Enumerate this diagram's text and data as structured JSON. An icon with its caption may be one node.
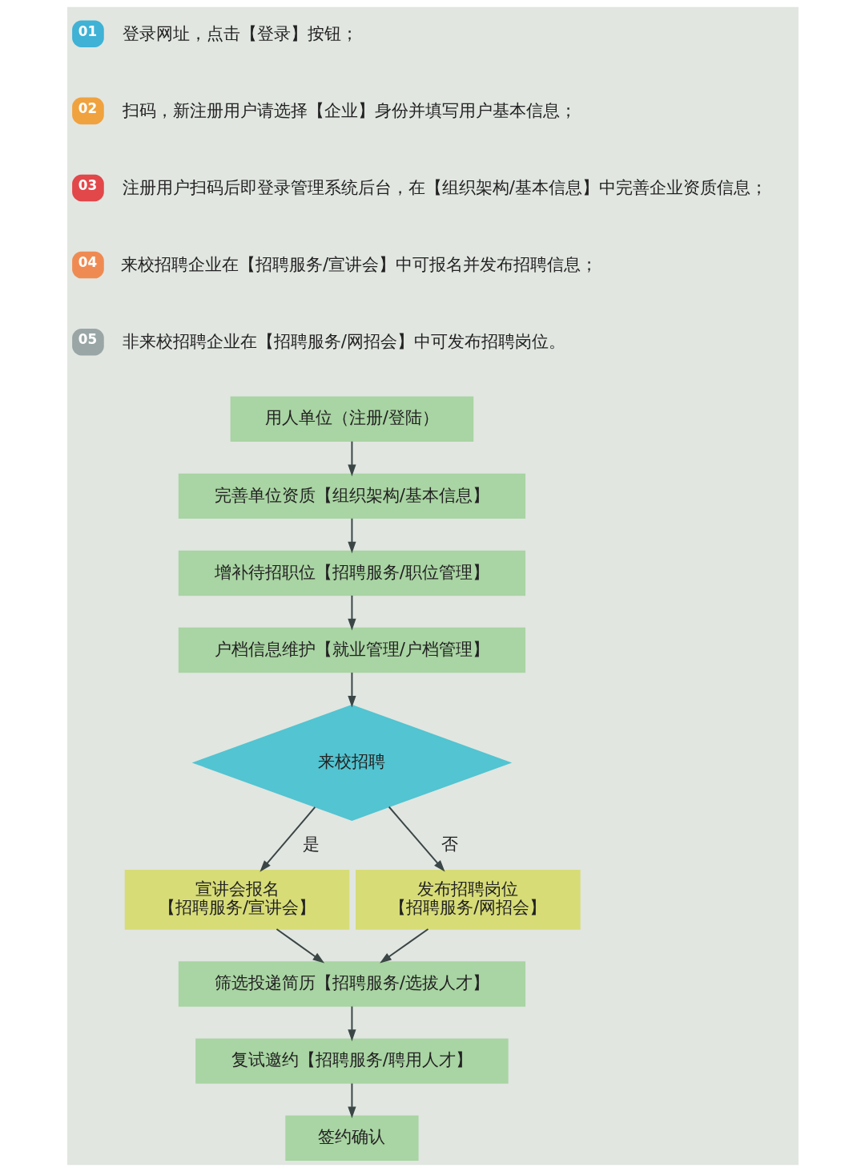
{
  "diagram": {
    "nodes": [
      {
        "text": [
          "用人单位（注册/登陆）"
        ]
      },
      {
        "text": [
          "完善单位资质【组织架构/基本信息】"
        ]
      },
      {
        "text": [
          "增补待招职位【招聘服务/职位管理】"
        ]
      },
      {
        "text": [
          "户档信息维护【就业管理/户档管理】"
        ]
      },
      {
        "text": [
          "来校招聘"
        ]
      },
      {
        "text": [
          "宣讲会报名",
          "【招聘服务/宣讲会】"
        ]
      },
      {
        "text": [
          "发布招聘岗位",
          "【招聘服务/网招会】"
        ]
      },
      {
        "text": [
          "筛选投递简历【招聘服务/选拔人才】"
        ]
      },
      {
        "text": [
          "复试邀约【招聘服务/聘用人才】"
        ]
      },
      {
        "text": [
          "签约确认"
        ]
      }
    ],
    "edges": [
      {
        "from": 0,
        "to": 1,
        "arrow": "to"
      },
      {
        "from": 1,
        "to": 2,
        "arrow": "to"
      },
      {
        "from": 2,
        "to": 3,
        "arrow": "to"
      },
      {
        "from": 3,
        "to": 4,
        "arrow": "to"
      },
      {
        "from": 4,
        "to": 5,
        "arrow": "to",
        "label": "是"
      },
      {
        "from": 4,
        "to": 6,
        "arrow": "to",
        "label": "否"
      },
      {
        "from": 5,
        "to": 7,
        "arrow": "to"
      },
      {
        "from": 6,
        "to": 7,
        "arrow": "to"
      },
      {
        "from": 7,
        "to": 8,
        "arrow": "to"
      },
      {
        "from": 8,
        "to": 9,
        "arrow": "to"
      }
    ],
    "labels": [
      "01",
      "登录网址，点击【登录】按钮；",
      "02",
      "扫码，新注册用户请选择【企业】身份并填写用户基本信息；",
      "03",
      "注册用户扫码后即登录管理系统后台，在【组织架构/基本信息】中完善企业资质信息；",
      "04",
      "来校招聘企业在【招聘服务/宣讲会】中可报名并发布招聘信息；",
      "05",
      "非来校招聘企业在【招聘服务/网招会】中可发布招聘岗位。"
    ]
  }
}
